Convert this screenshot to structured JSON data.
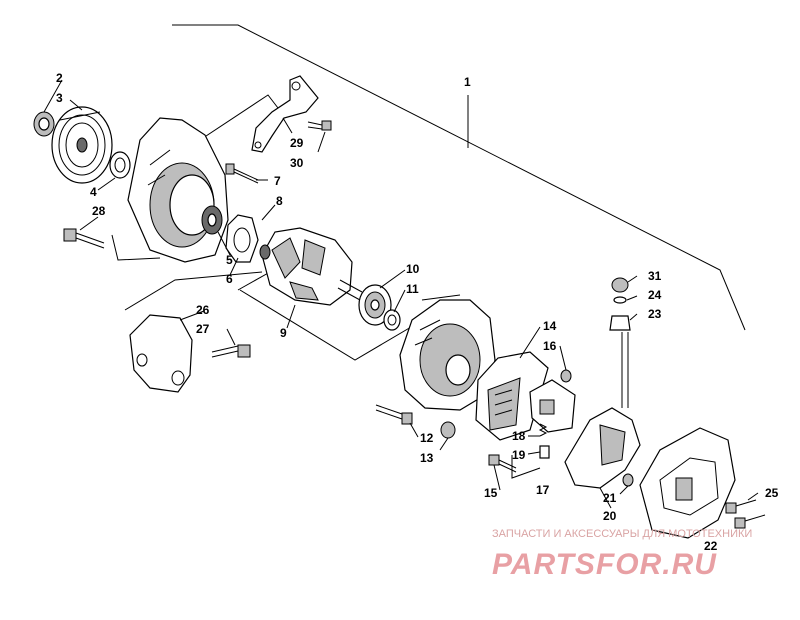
{
  "callouts": [
    "1",
    "2",
    "3",
    "4",
    "5",
    "6",
    "7",
    "8",
    "9",
    "10",
    "11",
    "12",
    "13",
    "14",
    "15",
    "16",
    "17",
    "18",
    "19",
    "20",
    "21",
    "22",
    "23",
    "24",
    "25",
    "26",
    "27",
    "28",
    "29",
    "30",
    "31"
  ],
  "watermark": {
    "caption": "ЗАПЧАСТИ И АКСЕССУАРЫ ДЛЯ МОТОТЕХНИКИ",
    "brand": "PARTSFOR.RU"
  },
  "colors": {
    "line": "#000000",
    "shade": "#bdbdbd",
    "watermark": "#e8a0a4"
  }
}
